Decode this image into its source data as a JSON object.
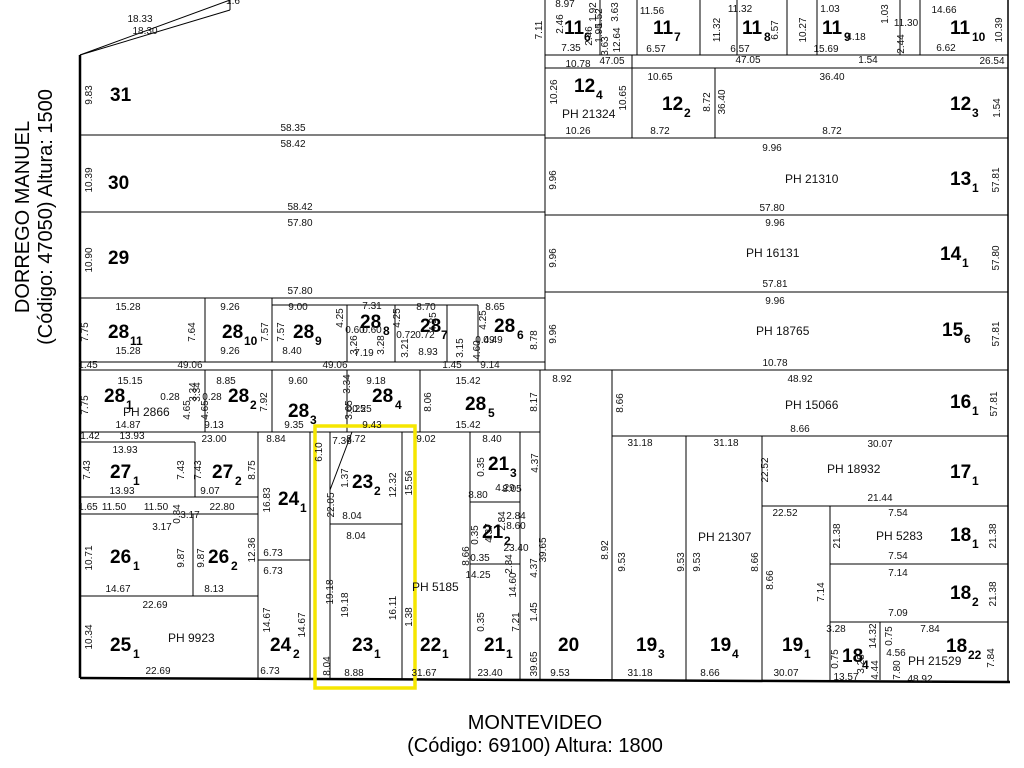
{
  "streets": {
    "bottom": {
      "name": "MONTEVIDEO",
      "info": "(Código: 69100) Altura: 1800"
    },
    "left": {
      "name": "DORREGO MANUEL",
      "info": "(Código: 47050) Altura: 1500"
    }
  },
  "highlight_color": "#f5e600",
  "lots": [
    {
      "num": "31",
      "sub": ""
    },
    {
      "num": "30",
      "sub": ""
    },
    {
      "num": "29",
      "sub": ""
    },
    {
      "num": "28",
      "sub": "11"
    },
    {
      "num": "28",
      "sub": "10"
    },
    {
      "num": "28",
      "sub": "9"
    },
    {
      "num": "28",
      "sub": "8"
    },
    {
      "num": "28",
      "sub": "7"
    },
    {
      "num": "28",
      "sub": "6"
    },
    {
      "num": "28",
      "sub": "1"
    },
    {
      "num": "28",
      "sub": "2"
    },
    {
      "num": "28",
      "sub": "3"
    },
    {
      "num": "28",
      "sub": "4"
    },
    {
      "num": "28",
      "sub": "5"
    },
    {
      "num": "27",
      "sub": "1"
    },
    {
      "num": "27",
      "sub": "2"
    },
    {
      "num": "26",
      "sub": "1"
    },
    {
      "num": "26",
      "sub": "2"
    },
    {
      "num": "25",
      "sub": "1"
    },
    {
      "num": "24",
      "sub": "1"
    },
    {
      "num": "24",
      "sub": "2"
    },
    {
      "num": "23",
      "sub": "2"
    },
    {
      "num": "23",
      "sub": "1"
    },
    {
      "num": "22",
      "sub": "1"
    },
    {
      "num": "21",
      "sub": "3"
    },
    {
      "num": "21",
      "sub": "2"
    },
    {
      "num": "21",
      "sub": "1"
    },
    {
      "num": "20",
      "sub": ""
    },
    {
      "num": "19",
      "sub": "3"
    },
    {
      "num": "19",
      "sub": "4"
    },
    {
      "num": "19",
      "sub": "1"
    },
    {
      "num": "18",
      "sub": "1"
    },
    {
      "num": "18",
      "sub": "2"
    },
    {
      "num": "18",
      "sub": "4"
    },
    {
      "num": "18",
      "sub": "22"
    },
    {
      "num": "17",
      "sub": "1"
    },
    {
      "num": "16",
      "sub": "1"
    },
    {
      "num": "15",
      "sub": "6"
    },
    {
      "num": "14",
      "sub": "1"
    },
    {
      "num": "13",
      "sub": "1"
    },
    {
      "num": "12",
      "sub": "4"
    },
    {
      "num": "12",
      "sub": "2"
    },
    {
      "num": "12",
      "sub": "3"
    },
    {
      "num": "11",
      "sub": "6"
    },
    {
      "num": "11",
      "sub": "7"
    },
    {
      "num": "11",
      "sub": "8"
    },
    {
      "num": "11",
      "sub": "9"
    },
    {
      "num": "11",
      "sub": "10"
    }
  ],
  "ph_labels": [
    "PH 21324",
    "PH 21310",
    "PH 16131",
    "PH 18765",
    "PH 15066",
    "PH 18932",
    "PH 5283",
    "PH 21307",
    "PH 5185",
    "PH 9923",
    "PH 2866",
    "PH 21529"
  ],
  "dimensions": [
    "18.33",
    "18.30",
    "1.6",
    "9.83",
    "58.35",
    "58.42",
    "10.39",
    "58.42",
    "57.80",
    "10.90",
    "57.80",
    "15.28",
    "15.28",
    "7.75",
    "7.64",
    "9.26",
    "9.26",
    "7.57",
    "9.00",
    "8.40",
    "7.57",
    "4.25",
    "7.31",
    "0.60",
    "0.60",
    "3.26",
    "3.28",
    "7.19",
    "4.25",
    "3.21",
    "0.72",
    "8.70",
    "8.93",
    "4.25",
    "0.72",
    "0.49",
    "3.15",
    "8.65",
    "4.25",
    "0.49",
    "4.60",
    "9.14",
    "8.78",
    "1.45",
    "49.06",
    "49.06",
    "1.45",
    "15.15",
    "0.28",
    "3.34",
    "4.65",
    "14.87",
    "7.75",
    "8.85",
    "0.28",
    "3.34",
    "4.65",
    "9.13",
    "7.92",
    "9.60",
    "0.25",
    "9.35",
    "3.34",
    "3.65",
    "9.18",
    "0.25",
    "9.43",
    "8.06",
    "15.42",
    "15.42",
    "8.17",
    "1.42",
    "13.93",
    "23.00",
    "13.93",
    "7.43",
    "13.93",
    "7.43",
    "7.43",
    "9.07",
    "8.75",
    "1.65",
    "11.50",
    "11.50",
    "0.84",
    "3.17",
    "3.17",
    "22.80",
    "10.71",
    "9.87",
    "9.87",
    "14.67",
    "12.36",
    "8.13",
    "22.69",
    "10.34",
    "22.69",
    "8.84",
    "16.83",
    "6.73",
    "6.73",
    "14.67",
    "14.67",
    "6.73",
    "6.10",
    "7.36",
    "8.72",
    "1.37",
    "22.05",
    "12.32",
    "15.56",
    "8.04",
    "8.04",
    "19.18",
    "19.18",
    "16.11",
    "1.38",
    "8.04",
    "8.88",
    "9.02",
    "31.67",
    "8.66",
    "8.40",
    "0.35",
    "4.29",
    "8.05",
    "4.37",
    "8.80",
    "0.35",
    "2.84",
    "2.84",
    "8.60",
    "4.37",
    "0.35",
    "2.84",
    "23.40",
    "4.37",
    "14.25",
    "0.35",
    "14.60",
    "7.21",
    "23.40",
    "1.45",
    "39.65",
    "39.65",
    "8.92",
    "8.92",
    "9.53",
    "31.18",
    "9.53",
    "31.18",
    "9.53",
    "31.18",
    "9.53",
    "8.66",
    "8.66",
    "22.52",
    "22.52",
    "8.66",
    "30.07",
    "30.07",
    "21.44",
    "7.54",
    "21.38",
    "7.54",
    "21.38",
    "7.14",
    "7.14",
    "21.38",
    "7.09",
    "3.28",
    "14.32",
    "7.84",
    "0.75",
    "3.28",
    "0.75",
    "4.56",
    "4.44",
    "7.80",
    "7.84",
    "13.57",
    "48.92",
    "48.92",
    "8.66",
    "8.66",
    "57.81",
    "9.96",
    "9.96",
    "57.81",
    "57.80",
    "9.96",
    "9.96",
    "57.80",
    "57.81",
    "9.96",
    "9.96",
    "57.81",
    "10.78",
    "10.78",
    "10.26",
    "10.26",
    "10.65",
    "10.65",
    "8.72",
    "8.72",
    "36.40",
    "36.40",
    "8.72",
    "1.54",
    "47.05",
    "47.05",
    "1.54",
    "26.54",
    "7.11",
    "8.97",
    "7.35",
    "2.46",
    "1.92",
    "1.52",
    "1.95",
    "3.63",
    "2.46",
    "3.63",
    "12.64",
    "11.56",
    "6.57",
    "11.32",
    "11.32",
    "6.57",
    "6.57",
    "10.27",
    "1.03",
    "4.18",
    "2.44",
    "1.03",
    "11.30",
    "15.69",
    "14.66",
    "6.62",
    "10.39"
  ]
}
